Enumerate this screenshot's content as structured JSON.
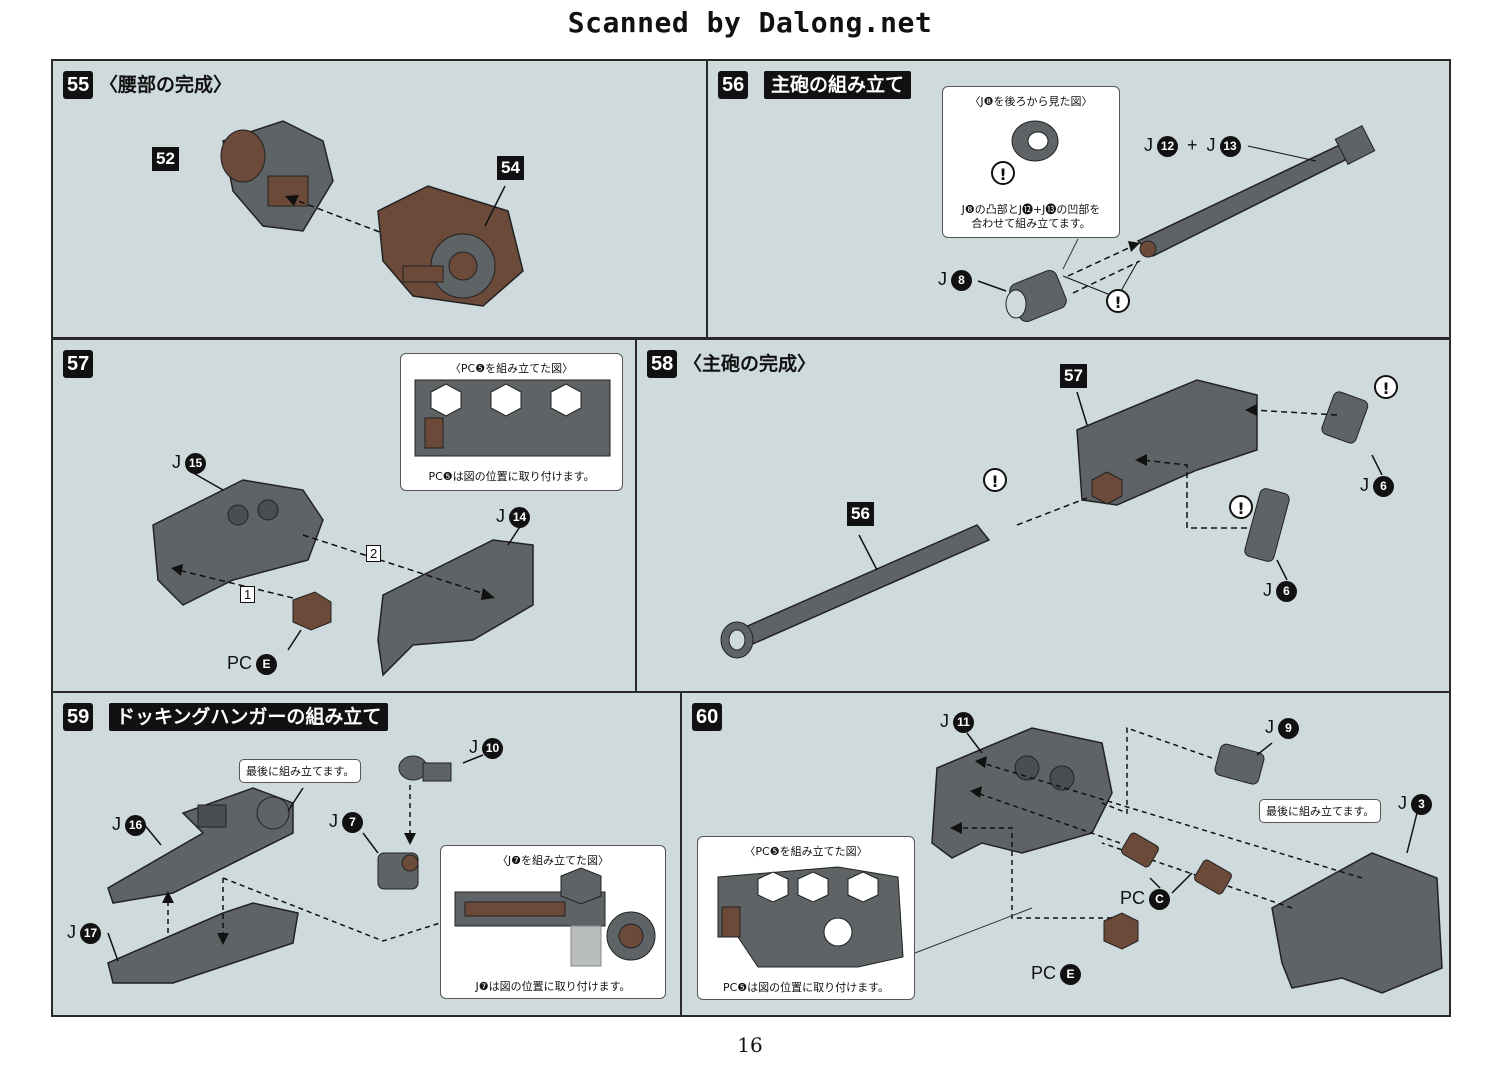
{
  "header": "Scanned by Dalong.net",
  "page_number": "16",
  "steps": {
    "s55": {
      "num": "55",
      "title": "〈腰部の完成〉",
      "parts": [
        "52",
        "54"
      ]
    },
    "s56": {
      "num": "56",
      "title": "主砲の組み立て",
      "note_title": "〈J❽を後ろから見た図〉",
      "note_text_1": "J❽の凸部とJ⓬+J⓭の凹部を",
      "note_text_2": "合わせて組み立てます。",
      "j_prefix": "J",
      "plus": "+",
      "p12": "12",
      "p13": "13",
      "p8": "8"
    },
    "s57": {
      "num": "57",
      "note_title": "〈PC❺を組み立てた図〉",
      "note_caption": "PC❺は図の位置に取り付けます。",
      "j15": "15",
      "j14": "14",
      "pc": "PC",
      "pcE": "E",
      "seq1": "1",
      "seq2": "2"
    },
    "s58": {
      "num": "58",
      "title": "〈主砲の完成〉",
      "part57": "57",
      "part56": "56",
      "j6": "6"
    },
    "s59": {
      "num": "59",
      "title": "ドッキングハンガーの組み立て",
      "bubble": "最後に組み立てます。",
      "note_title": "〈J❼を組み立てた図〉",
      "note_caption": "J❼は図の位置に取り付けます。",
      "j16": "16",
      "j17": "17",
      "j7": "7",
      "j10": "10"
    },
    "s60": {
      "num": "60",
      "bubble": "最後に組み立てます。",
      "note_title": "〈PC❺を組み立てた図〉",
      "note_caption": "PC❺は図の位置に取り付けます。",
      "j11": "11",
      "j9": "9",
      "j3": "3",
      "pcC": "C",
      "pcE": "E"
    }
  },
  "icons": [
    "exclamation-icon",
    "part-illustration"
  ],
  "colors": {
    "panel_bg": "#cfdadd",
    "part_gray": "#6b6f70",
    "part_brown": "#6b4a3a",
    "label_black": "#111111"
  }
}
